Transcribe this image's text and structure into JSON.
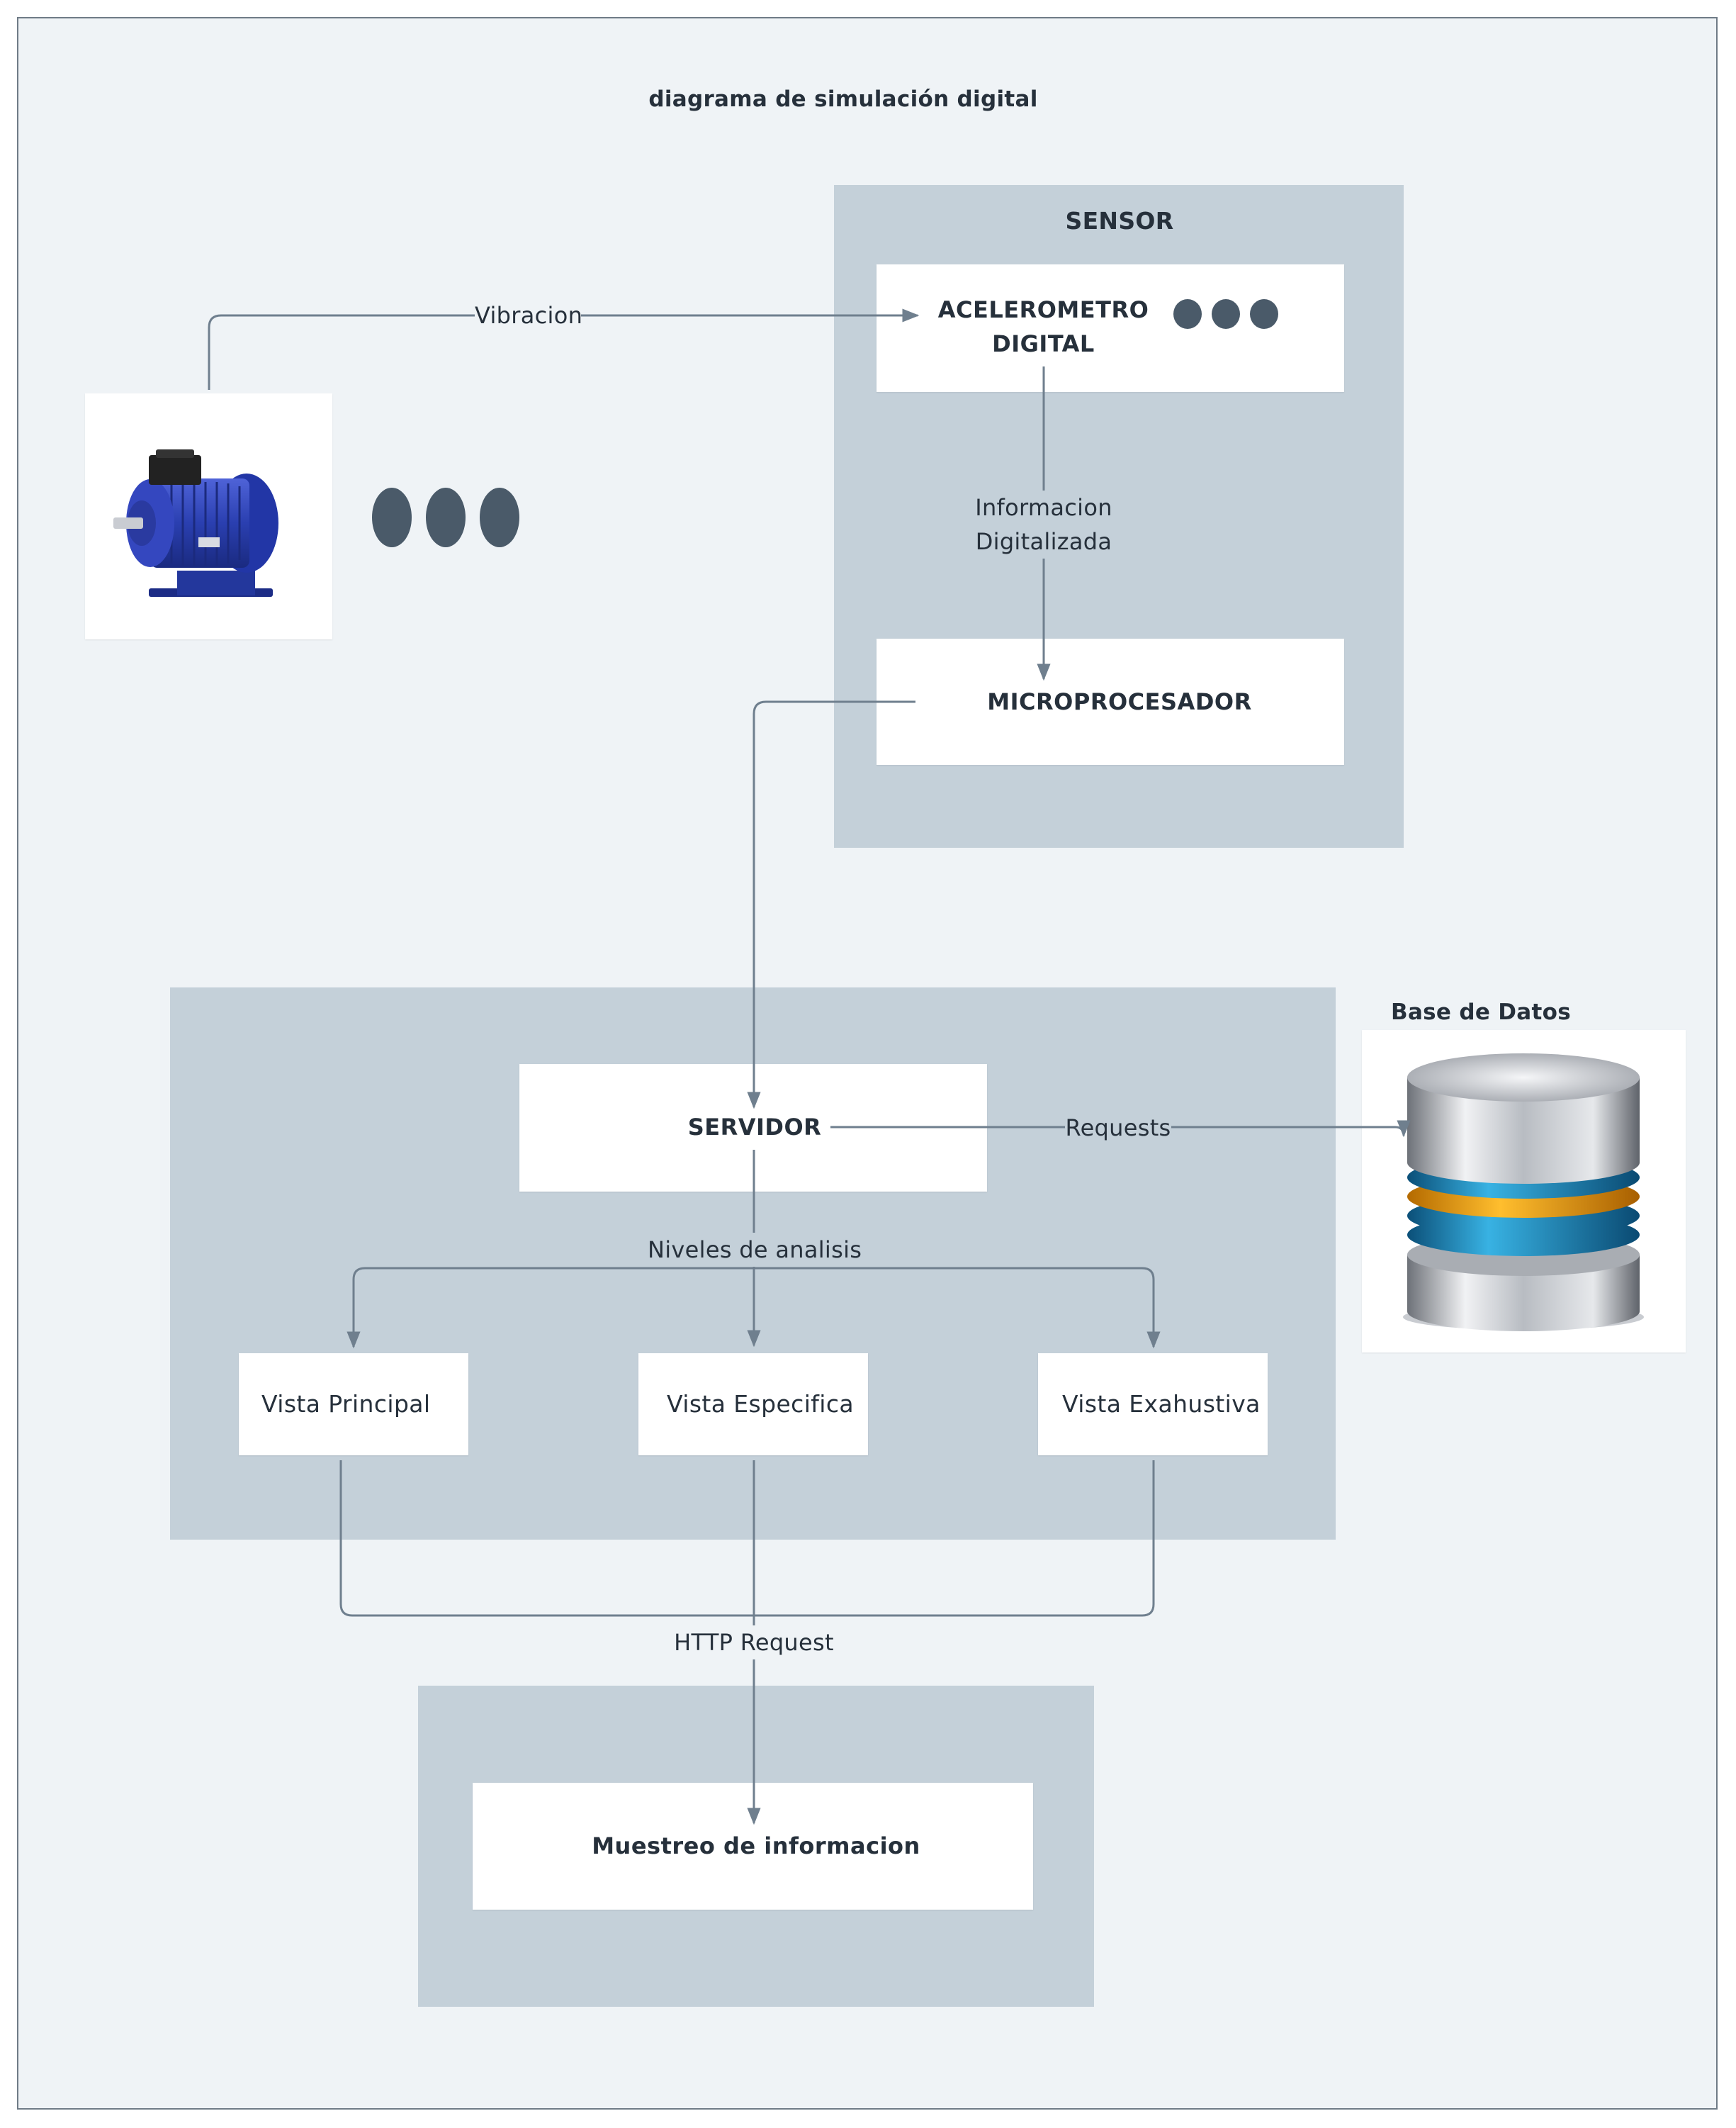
{
  "diagram": {
    "title": "diagrama de simulación digital",
    "sensor_group": {
      "title": "SENSOR",
      "accelerometer": {
        "line1": "ACELEROMETRO",
        "line2": "DIGITAL"
      },
      "microprocessor": "MICROPROCESADOR"
    },
    "edges": {
      "vibration": "Vibracion",
      "digitized_line1": "Informacion",
      "digitized_line2": "Digitalizada",
      "requests": "Requests",
      "analysis_levels": "Niveles de analisis",
      "http_request": "HTTP Request"
    },
    "server": "SERVIDOR",
    "views": [
      "Vista Principal",
      "Vista Especifica",
      "Vista Exahustiva"
    ],
    "database": {
      "title": "Base de Datos"
    },
    "display": "Muestreo de informacion",
    "icons": {
      "motor": "electric-motor-icon",
      "database": "database-cylinder-icon",
      "more": "ellipsis-dots-icon"
    },
    "colors": {
      "canvas": "#eff3f6",
      "group": "#c4d0d9",
      "card": "#ffffff",
      "connector": "#6f7f8e",
      "dots": "#4a5a69",
      "motor": "#2a3fb0"
    }
  }
}
